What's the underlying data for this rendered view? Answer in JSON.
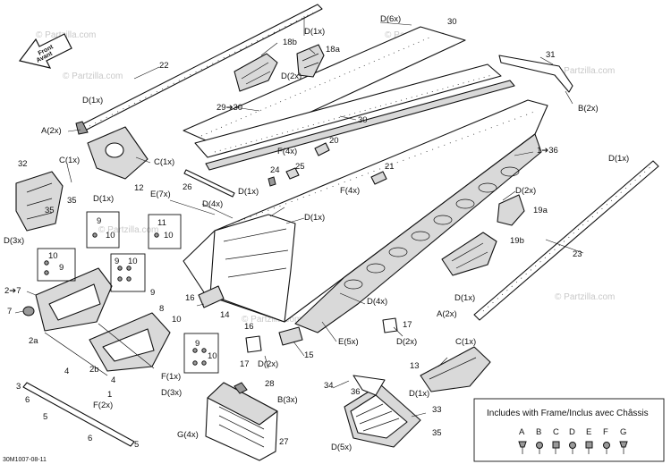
{
  "front_badge": [
    "Front",
    "Avant"
  ],
  "footer_code": "30M1007-08-11",
  "legend": {
    "title": "Includes with Frame/Inclus avec Châssis",
    "letters": [
      "A",
      "B",
      "C",
      "D",
      "E",
      "F",
      "G"
    ]
  },
  "watermarks": [
    "© Partzilla.com",
    "© Partzilla.com",
    "© Partzilla.com",
    "© Partzilla.com",
    "© Partzilla.com",
    "© Partzilla.com",
    "© Partzilla.com"
  ],
  "labels": {
    "l22": "22",
    "l18b": "18b",
    "l18a": "18a",
    "lD1x_top": "D(1x)",
    "lD6x": "D(6x)",
    "l30a": "30",
    "lD2x_18": "D(2x)",
    "l31": "31",
    "lB2x": "B(2x)",
    "lA2x_top": "A(2x)",
    "lD1x_22": "D(1x)",
    "l29": "29➔30",
    "l30b": "30",
    "l1to36": "1➔36",
    "l32": "32",
    "lC1x_a": "C(1x)",
    "lC1x_b": "C(1x)",
    "l35a": "35",
    "l35b": "35",
    "lD3x_a": "D(3x)",
    "l12": "12",
    "lD1x_12": "D(1x)",
    "lF4x_a": "F(4x)",
    "l20": "20",
    "l24": "24",
    "l25": "25",
    "l21": "21",
    "lF4x_b": "F(4x)",
    "l26": "26",
    "lE7x": "E(7x)",
    "lD1x_mid": "D(1x)",
    "lD4x_a": "D(4x)",
    "lD1x_mid2": "D(1x)",
    "lD1x_right": "D(1x)",
    "lD2x_19": "D(2x)",
    "l19a": "19a",
    "l19b": "19b",
    "l23": "23",
    "l9a": "9",
    "l10a": "10",
    "l11": "11",
    "l10b": "10",
    "l10c": "10",
    "l9b": "9",
    "l9c": "9",
    "l10d": "10",
    "l2to7": "2➔7",
    "l7": "7",
    "l2a": "2a",
    "l9d": "9",
    "l10e": "10",
    "l16a": "16",
    "l14": "14",
    "l8": "8",
    "l4a": "4",
    "l2b": "2b",
    "l4b": "4",
    "l9e": "9",
    "l10f": "10",
    "l1": "1",
    "lF1x": "F(1x)",
    "lD3x_b": "D(3x)",
    "l3": "3",
    "l6a": "6",
    "l5a": "5",
    "lF2x": "F(2x)",
    "l6b": "6",
    "l5b": "5",
    "l16b": "16",
    "l15": "15",
    "l17a": "17",
    "lD2x_17": "D(2x)",
    "lD4x_b": "D(4x)",
    "l17b": "17",
    "lD2x_b": "D(2x)",
    "lE5x": "E(5x)",
    "lD1x_a2": "D(1x)",
    "lA2x_b": "A(2x)",
    "lC1x_13": "C(1x)",
    "l13": "13",
    "lD1x_13": "D(1x)",
    "l28": "28",
    "lB3x": "B(3x)",
    "l34": "34",
    "l36": "36",
    "l33": "33",
    "l35c": "35",
    "lG4x": "G(4x)",
    "l27": "27",
    "lD5x": "D(5x)"
  }
}
